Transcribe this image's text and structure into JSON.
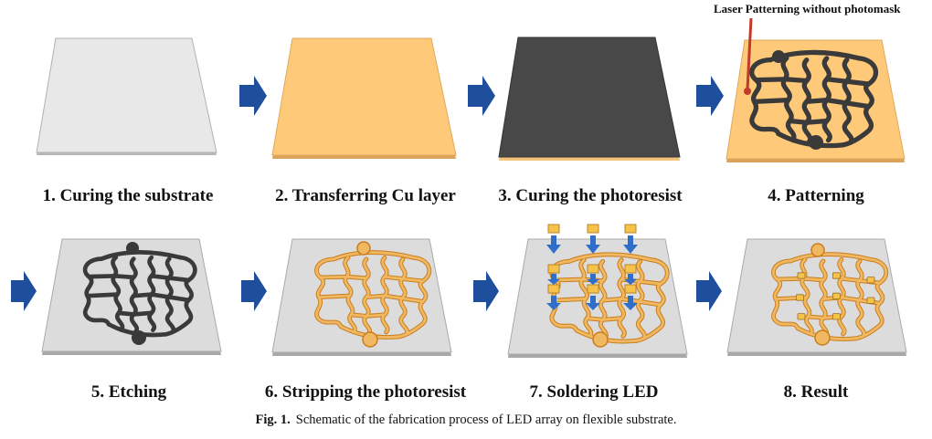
{
  "callout": {
    "text": "Laser Patterning without photomask"
  },
  "steps": [
    {
      "label": "1. Curing the substrate",
      "fill": "#e8e8e8"
    },
    {
      "label": "2. Transferring Cu layer",
      "fill": "#ffc97a"
    },
    {
      "label": "3. Curing the photoresist",
      "fill": "#484848"
    },
    {
      "label": "4. Patterning",
      "fill": "#ffc97a"
    },
    {
      "label": "5. Etching",
      "fill": "#dcdcdc"
    },
    {
      "label": "6. Stripping the photoresist",
      "fill": "#dcdcdc"
    },
    {
      "label": "7. Soldering LED",
      "fill": "#dcdcdc"
    },
    {
      "label": "8. Result",
      "fill": "#dcdcdc"
    }
  ],
  "caption": {
    "label": "Fig. 1.",
    "text": "Schematic of the fabrication process of LED array on flexible substrate."
  },
  "colors": {
    "arrow": "#1f4e9c",
    "copper": "#f0a93e",
    "copper_dark": "#c97d1e",
    "photoresist": "#3a3a3a",
    "led": "#f5c24a",
    "callout_line": "#c0392b"
  }
}
